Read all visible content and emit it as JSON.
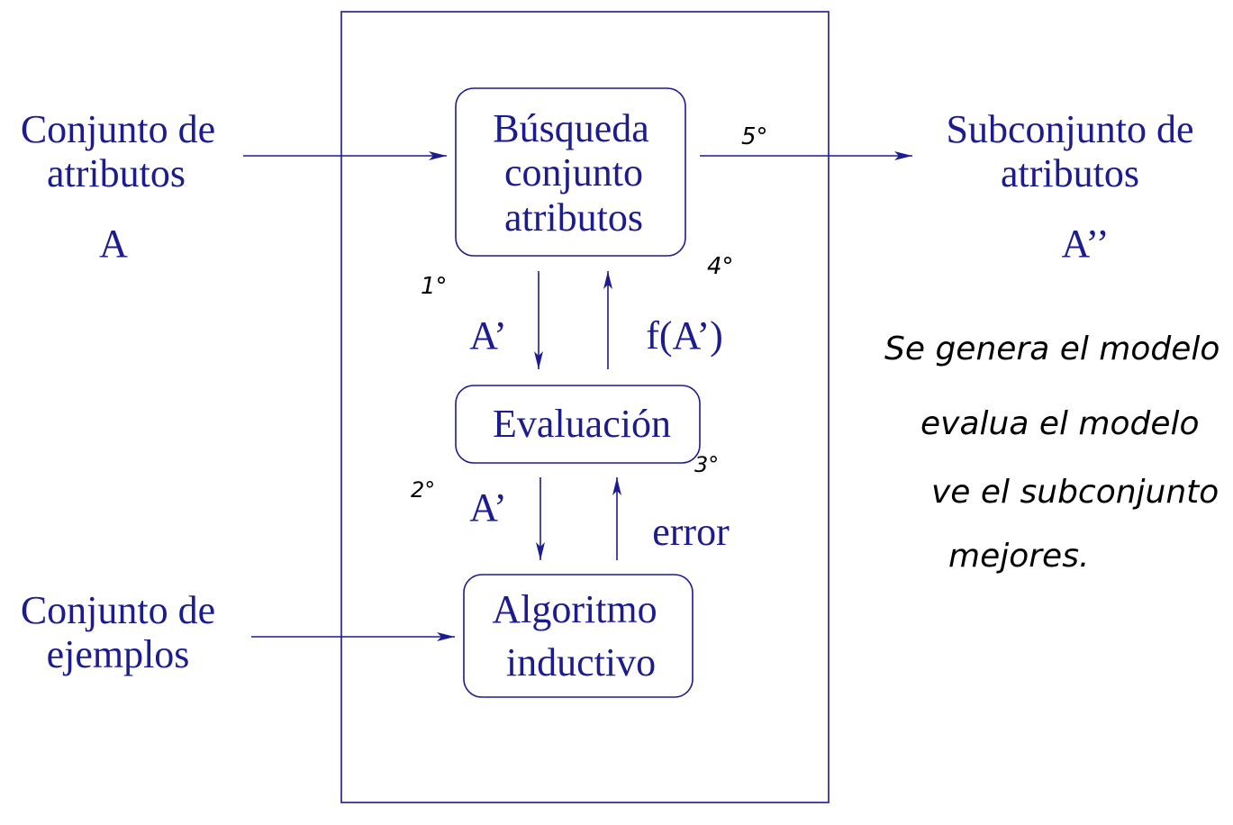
{
  "colors": {
    "ink": "#1c1c8e",
    "handwriting": "#000000"
  },
  "inputs": {
    "attributes": [
      "Conjunto de",
      "atributos"
    ],
    "attributes_symbol": "A",
    "examples": [
      "Conjunto de",
      "ejemplos"
    ]
  },
  "output": {
    "lines": [
      "Subconjunto de",
      "atributos"
    ],
    "symbol": "A’’"
  },
  "nodes": {
    "search": [
      "Búsqueda",
      "conjunto",
      "atributos"
    ],
    "evaluation": [
      "Evaluación"
    ],
    "algorithm": [
      "Algoritmo",
      "inductivo"
    ]
  },
  "edge_labels": {
    "search_to_eval": "A’",
    "eval_to_search": "f(A’)",
    "eval_to_algo": "A’",
    "algo_to_eval": "error"
  },
  "handwritten": {
    "step1": "1°",
    "step2": "2°",
    "step3": "3°",
    "step4": "4°",
    "step5": "5°",
    "note": [
      "Se genera el modelo",
      "evalua el modelo",
      "ve el subconjunto",
      "mejores."
    ]
  }
}
